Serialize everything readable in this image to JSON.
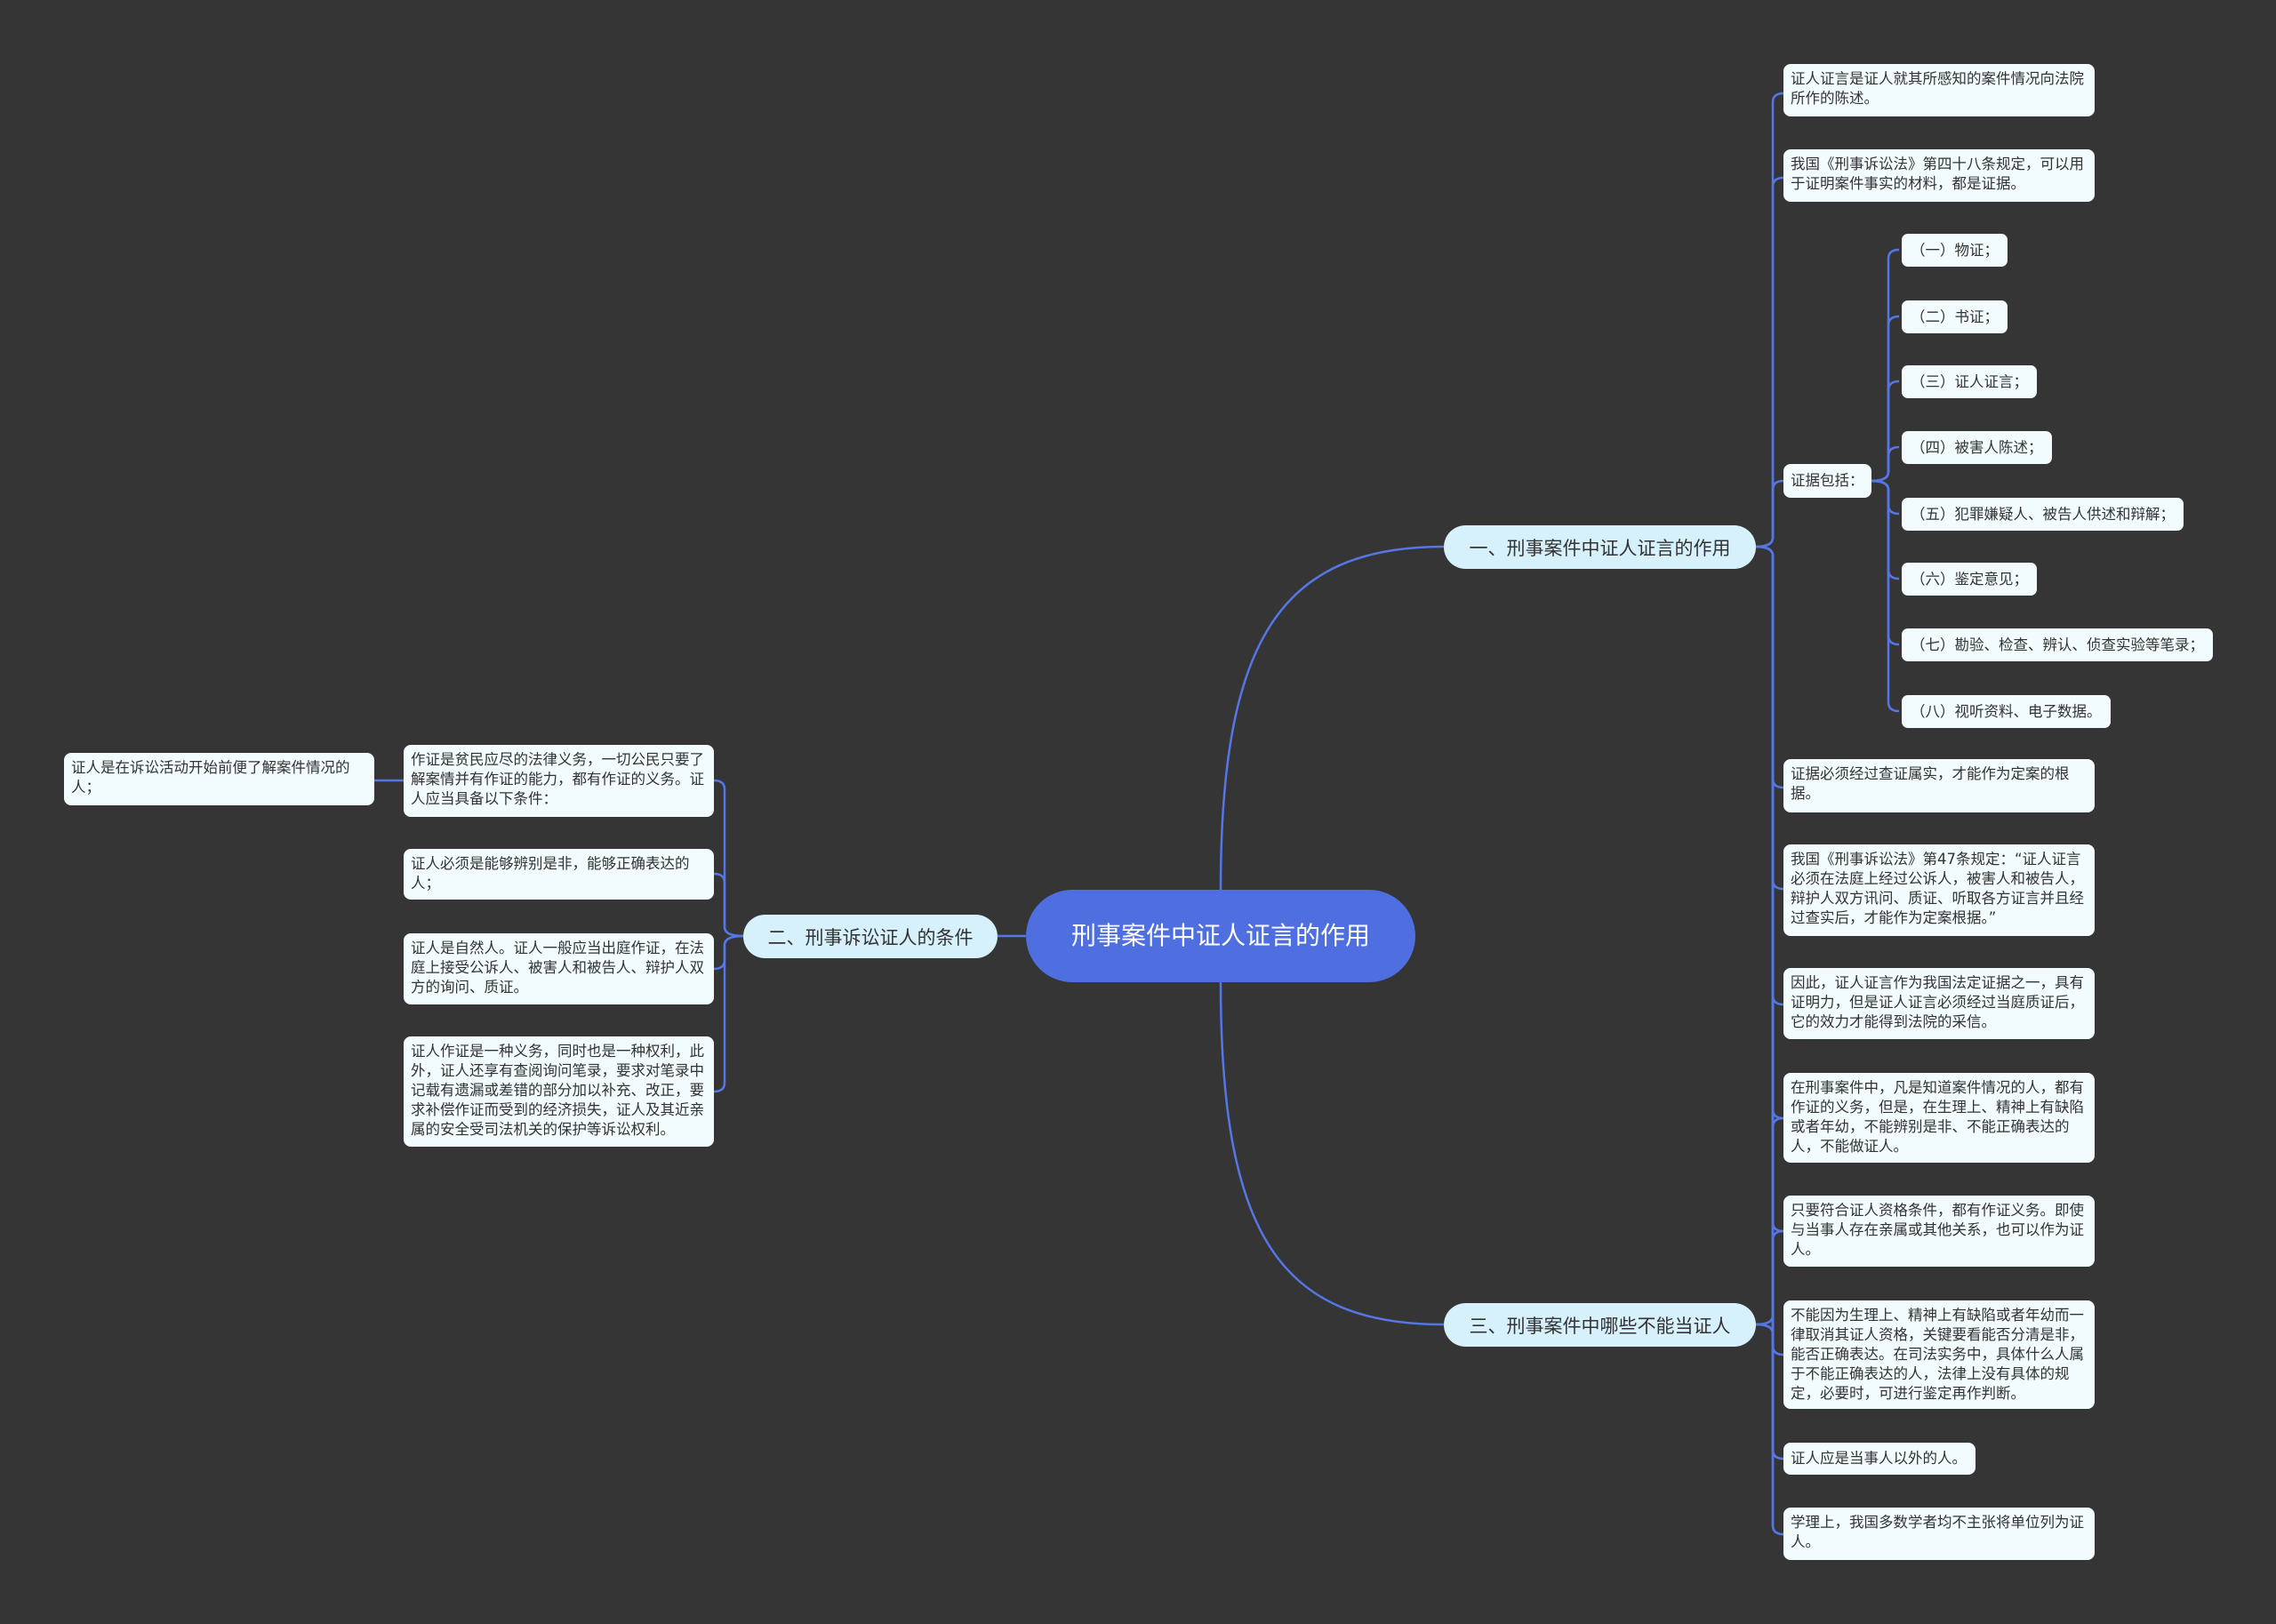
{
  "colors": {
    "background": "#363536",
    "root": "#4f6fe0",
    "branch": "#d6f1fb",
    "leaf": "#f2fbfd",
    "line": "#5577e6"
  },
  "root": {
    "title": "刑事案件中证人证言的作用"
  },
  "branch1": {
    "title": "一、刑事案件中证人证言的作用",
    "items": [
      "证人证言是证人就其所感知的案件情况向法院所作的陈述。",
      "我国《刑事诉讼法》第四十八条规定，可以用于证明案件事实的材料，都是证据。",
      "证据包括：",
      "证据必须经过查证属实，才能作为定案的根据。",
      "我国《刑事诉讼法》第47条规定：“证人证言必须在法庭上经过公诉人，被害人和被告人，辩护人双方讯问、质证、听取各方证言并且经过查实后，才能作为定案根据。”",
      "因此，证人证言作为我国法定证据之一，具有证明力，但是证人证言必须经过当庭质证后，它的效力才能得到法院的采信。"
    ],
    "evidence_types": [
      "（一）物证；",
      "（二）书证；",
      "（三）证人证言；",
      "（四）被害人陈述；",
      "（五）犯罪嫌疑人、被告人供述和辩解；",
      "（六）鉴定意见；",
      "（七）勘验、检查、辨认、侦查实验等笔录；",
      "（八）视听资料、电子数据。"
    ]
  },
  "branch2": {
    "title": "二、刑事诉讼证人的条件",
    "items": [
      "作证是贫民应尽的法律义务，一切公民只要了解案情并有作证的能力，都有作证的义务。证人应当具备以下条件：",
      "证人必须是能够辨别是非，能够正确表达的人；",
      "证人是自然人。证人一般应当出庭作证，在法庭上接受公诉人、被害人和被告人、辩护人双方的询问、质证。",
      "证人作证是一种义务，同时也是一种权利，此外，证人还享有查阅询问笔录，要求对笔录中记载有遗漏或差错的部分加以补充、改正，要求补偿作证而受到的经济损失，证人及其近亲属的安全受司法机关的保护等诉讼权利。"
    ],
    "sub_item": "证人是在诉讼活动开始前便了解案件情况的人；"
  },
  "branch3": {
    "title": "三、刑事案件中哪些不能当证人",
    "items": [
      "在刑事案件中，凡是知道案件情况的人，都有作证的义务，但是，在生理上、精神上有缺陷或者年幼，不能辨别是非、不能正确表达的人，不能做证人。",
      "只要符合证人资格条件，都有作证义务。即使与当事人存在亲属或其他关系，也可以作为证人。",
      "不能因为生理上、精神上有缺陷或者年幼而一律取消其证人资格，关键要看能否分清是非，能否正确表达。在司法实务中，具体什么人属于不能正确表达的人，法律上没有具体的规定，必要时，可进行鉴定再作判断。",
      "证人应是当事人以外的人。",
      "学理上，我国多数学者均不主张将单位列为证人。"
    ]
  }
}
